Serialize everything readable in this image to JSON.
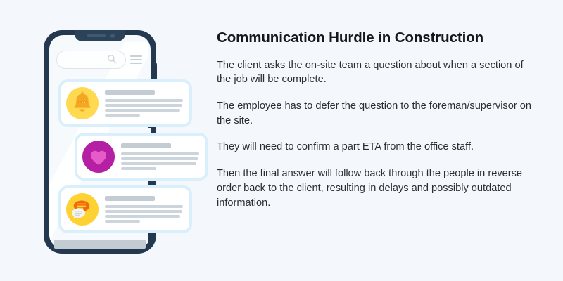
{
  "page": {
    "background_color": "#f4f7fb"
  },
  "content": {
    "headline": "Communication Hurdle in Construction",
    "paragraphs": [
      "The client asks the on-site team a question about when a section of the job will be complete.",
      "The employee has to defer the question to the foreman/supervisor on the site.",
      "They will need to confirm a part ETA from the office staff.",
      "Then the final answer will follow back through the people in reverse order back to the client, resulting in delays and possibly outdated information."
    ],
    "text_color": "#2a2d34",
    "headline_color": "#15181d"
  },
  "illustration": {
    "name": "smartphone-notifications",
    "phone": {
      "frame_color": "#24394f",
      "notch_color": "#2c4257",
      "screen_color": "#f6fafd",
      "search_placeholder": "",
      "search_icon": "search-icon",
      "menu_icon": "hamburger-menu-icon",
      "side_button": "power-button"
    },
    "cards": [
      {
        "icon": "bell-icon",
        "circle_color": "#ffd94f",
        "icon_color": "#f5a623",
        "title_placeholder": "",
        "line_count": 4
      },
      {
        "icon": "heart-icon",
        "circle_color": "#b51fa3",
        "icon_color": "#e55bc8",
        "title_placeholder": "",
        "line_count": 4
      },
      {
        "icon": "chat-bubbles-icon",
        "circle_color": "#ffd233",
        "icon_color": "#f2690d",
        "title_placeholder": "",
        "line_count": 4
      }
    ],
    "connector_color": "#24394f",
    "card_border_color": "#daeffc",
    "placeholder_line_color": "#cdd5dc"
  }
}
